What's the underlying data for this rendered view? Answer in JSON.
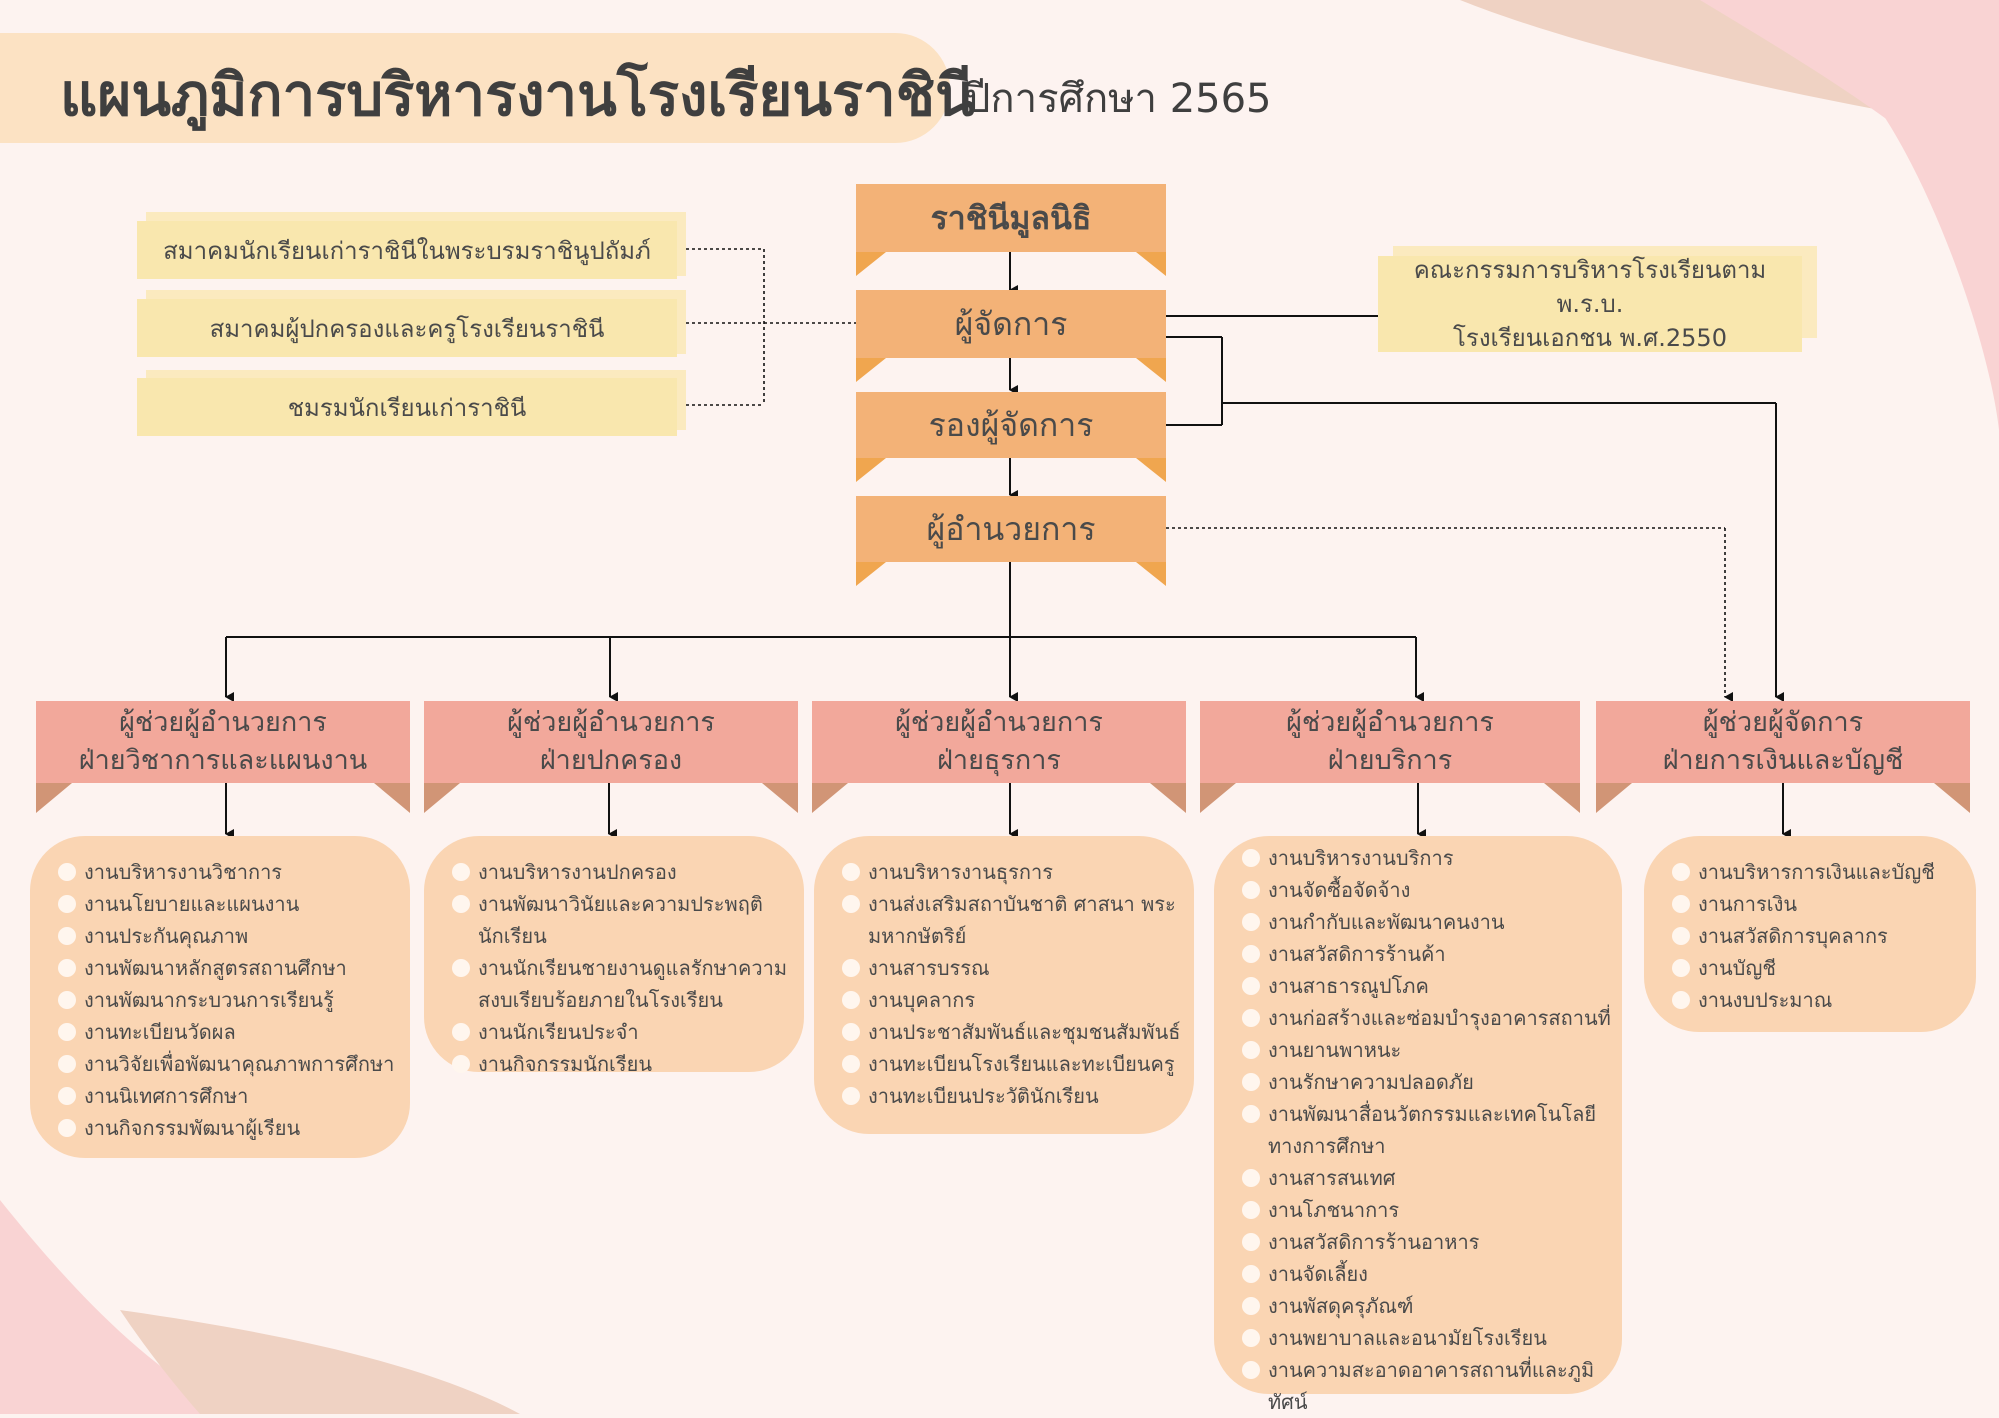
{
  "header": {
    "title": "แผนภูมิการบริหารงานโรงเรียนราชินี",
    "year": "ปีการศึกษา 2565"
  },
  "chain": {
    "foundation": "ราชินีมูลนิธิ",
    "manager": "ผู้จัดการ",
    "deputy_manager": "รองผู้จัดการ",
    "director": "ผู้อำนวยการ"
  },
  "associations": [
    "สมาคมนักเรียนเก่าราชินีในพระบรมราชินูปถัมภ์",
    "สมาคมผู้ปกครองและครูโรงเรียนราชินี",
    "ชมรมนักเรียนเก่าราชินี"
  ],
  "committee": {
    "line1": "คณะกรรมการบริหารโรงเรียนตาม พ.ร.บ.",
    "line2": "โรงเรียนเอกชน พ.ศ.2550"
  },
  "departments": [
    {
      "title1": "ผู้ช่วยผู้อำนวยการ",
      "title2": "ฝ่ายวิชาการและแผนงาน",
      "items": [
        "งานบริหารงานวิชาการ",
        "งานนโยบายและแผนงาน",
        "งานประกันคุณภาพ",
        "งานพัฒนาหลักสูตรสถานศึกษา",
        "งานพัฒนากระบวนการเรียนรู้",
        "งานทะเบียนวัดผล",
        "งานวิจัยเพื่อพัฒนาคุณภาพการศึกษา",
        "งานนิเทศการศึกษา",
        "งานกิจกรรมพัฒนาผู้เรียน"
      ]
    },
    {
      "title1": "ผู้ช่วยผู้อำนวยการ",
      "title2": "ฝ่ายปกครอง",
      "items": [
        "งานบริหารงานปกครอง",
        "งานพัฒนาวินัยและความประพฤตินักเรียน",
        "งานนักเรียนชายงานดูแลรักษาความสงบเรียบร้อยภายในโรงเรียน",
        "งานนักเรียนประจำ",
        "งานกิจกรรมนักเรียน"
      ]
    },
    {
      "title1": "ผู้ช่วยผู้อำนวยการ",
      "title2": "ฝ่ายธุรการ",
      "items": [
        "งานบริหารงานธุรการ",
        "งานส่งเสริมสถาบันชาติ  ศาสนา พระมหากษัตริย์",
        "งานสารบรรณ",
        "งานบุคลากร",
        "งานประชาสัมพันธ์และชุมชนสัมพันธ์",
        "งานทะเบียนโรงเรียนและทะเบียนครู",
        "งานทะเบียนประวัตินักเรียน"
      ]
    },
    {
      "title1": "ผู้ช่วยผู้อำนวยการ",
      "title2": "ฝ่ายบริการ",
      "items": [
        "งานบริหารงานบริการ",
        "งานจัดซื้อจัดจ้าง",
        "งานกำกับและพัฒนาคนงาน",
        "งานสวัสดิการร้านค้า",
        "งานสาธารณูปโภค",
        "งานก่อสร้างและซ่อมบำรุงอาคารสถานที่",
        "งานยานพาหนะ",
        "งานรักษาความปลอดภัย",
        "งานพัฒนาสื่อนวัตกรรมและเทคโนโลยีทางการศึกษา",
        "งานสารสนเทศ",
        "งานโภชนาการ",
        "งานสวัสดิการร้านอาหาร",
        "งานจัดเลี้ยง",
        "งานพัสดุครุภัณฑ์",
        "งานพยาบาลและอนามัยโรงเรียน",
        "งานความสะอาดอาคารสถานที่และภูมิทัศน์"
      ]
    },
    {
      "title1": "ผู้ช่วยผู้จัดการ",
      "title2": "ฝ่ายการเงินและบัญชี",
      "items": [
        "งานบริหารการเงินและบัญชี",
        "งานการเงิน",
        "งานสวัสดิการบุคลากร",
        "งานบัญชี",
        "งานงบประมาณ"
      ]
    }
  ],
  "colors": {
    "banner": "#f3b277",
    "banner_tab": "#f0a64f",
    "pink": "#f2a89b",
    "pink_tab": "#d19576",
    "list_bg": "#fad5b3",
    "assoc_bg": "#f9e7ae",
    "title_bg": "#fce2c3"
  }
}
